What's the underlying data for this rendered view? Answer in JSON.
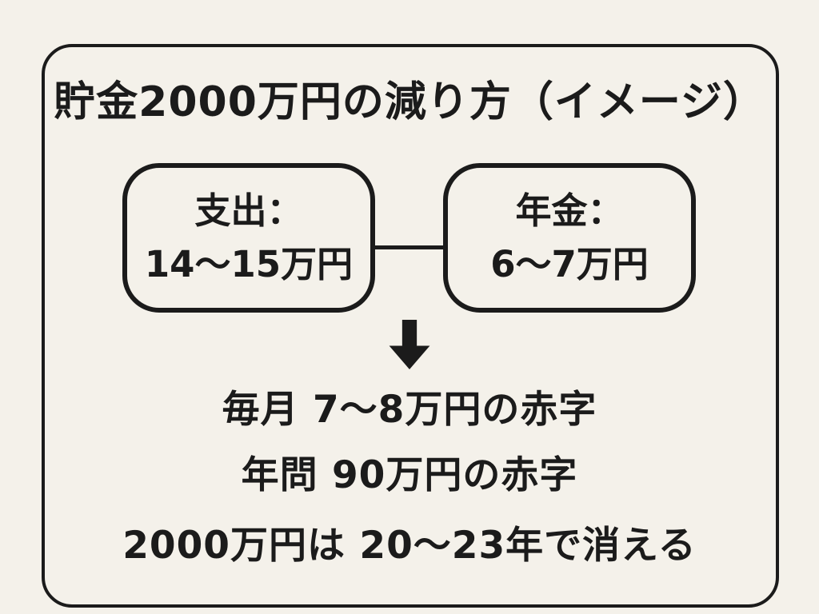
{
  "colors": {
    "background": "#f4f1ea",
    "ink": "#1b1b1b"
  },
  "diagram": {
    "title": "貯金2000万円の減り方（イメージ）",
    "boxes": [
      {
        "label": "支出：",
        "value": "14〜15万円"
      },
      {
        "label": "年金：",
        "value": "6〜7万円"
      }
    ],
    "arrow_icon": "down-arrow",
    "conclusions": [
      "毎月 7〜8万円の赤字",
      "年問 90万円の赤字",
      "2000万円は 20〜23年で消える"
    ]
  }
}
